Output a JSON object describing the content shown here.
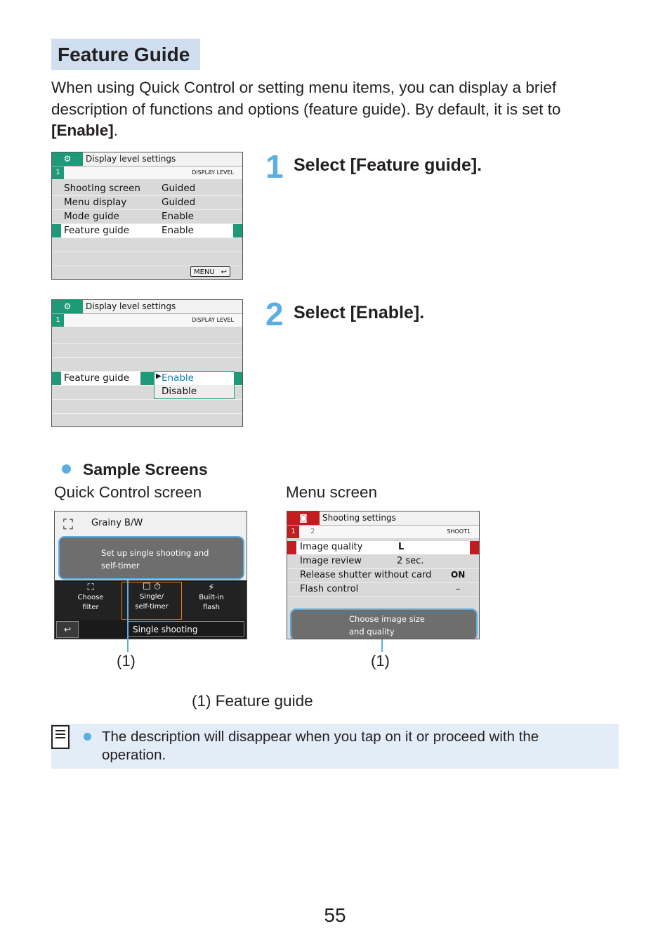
{
  "section_title": "Feature Guide",
  "intro": {
    "text": "When using Quick Control or setting menu items, you can display a brief description of functions and options (feature guide). By default, it is set to ",
    "bold": "[Enable]",
    "end": "."
  },
  "steps": [
    {
      "number": "1",
      "text": "Select [Feature guide]."
    },
    {
      "number": "2",
      "text": "Select [Enable]."
    }
  ],
  "screen1": {
    "header": "Display level settings",
    "tab": "1",
    "tab_name": "DISPLAY LEVEL",
    "rows": [
      {
        "label": "Shooting screen",
        "value": "Guided"
      },
      {
        "label": "Menu display",
        "value": "Guided"
      },
      {
        "label": "Mode guide",
        "value": "Enable"
      },
      {
        "label": "Feature guide",
        "value": "Enable"
      }
    ],
    "menu_button": "MENU"
  },
  "screen2": {
    "header": "Display level settings",
    "tab": "1",
    "tab_name": "DISPLAY LEVEL",
    "item": "Feature guide",
    "options": [
      "Enable",
      "Disable"
    ]
  },
  "sample": {
    "heading": "Sample Screens",
    "qc_label": "Quick Control screen",
    "menu_label": "Menu screen",
    "qc": {
      "filter_name": "Grainy B/W",
      "guide_line1": "Set up single shooting and",
      "guide_line2": "self-timer",
      "icons": [
        {
          "line1": "Choose",
          "line2": "filter"
        },
        {
          "line1": "Single/",
          "line2": "self-timer"
        },
        {
          "line1": "Built-in",
          "line2": "flash"
        }
      ],
      "status": "Single shooting"
    },
    "menu": {
      "header": "Shooting settings",
      "tab1": "1",
      "tab2": "2",
      "tab_name": "SHOOT1",
      "rows": [
        {
          "label": "Image quality",
          "value": "L"
        },
        {
          "label": "Image review",
          "value": "2 sec."
        },
        {
          "label": "Release shutter without card",
          "value": "ON"
        },
        {
          "label": "Flash control",
          "value": "–"
        }
      ],
      "guide_line1": "Choose image size",
      "guide_line2": "and quality"
    },
    "callout": "(1)",
    "caption": "(1) Feature guide"
  },
  "note": "The description will disappear when you tap on it or proceed with the operation.",
  "page_number": "55"
}
